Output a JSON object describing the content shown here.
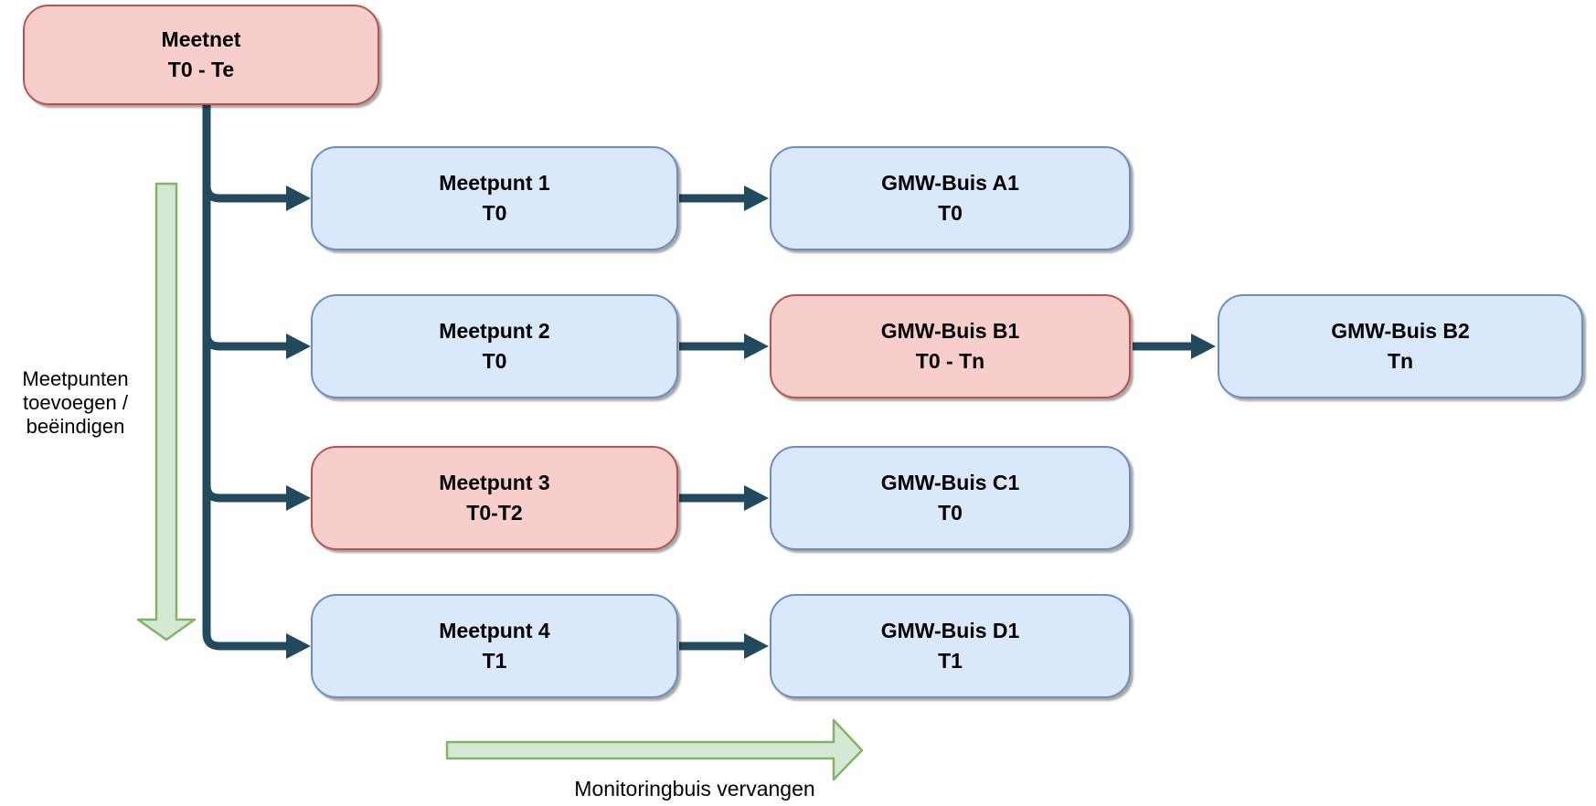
{
  "colors": {
    "blue_fill": "#dae8fc",
    "blue_stroke": "#6c8ebf",
    "red_fill": "#f8cecc",
    "red_stroke": "#b85450",
    "green_fill": "#d5e8d4",
    "green_stroke": "#82b366",
    "connector": "#214a5e"
  },
  "nodes": {
    "meetnet": {
      "line1": "Meetnet",
      "line2": "T0 - Te",
      "variant": "red"
    },
    "meetpunt1": {
      "line1": "Meetpunt 1",
      "line2": "T0",
      "variant": "blue"
    },
    "meetpunt2": {
      "line1": "Meetpunt 2",
      "line2": "T0",
      "variant": "blue"
    },
    "meetpunt3": {
      "line1": "Meetpunt 3",
      "line2": "T0-T2",
      "variant": "red"
    },
    "meetpunt4": {
      "line1": "Meetpunt 4",
      "line2": "T1",
      "variant": "blue"
    },
    "gmw_a1": {
      "line1": "GMW-Buis A1",
      "line2": "T0",
      "variant": "blue"
    },
    "gmw_b1": {
      "line1": "GMW-Buis B1",
      "line2": "T0 - Tn",
      "variant": "red"
    },
    "gmw_b2": {
      "line1": "GMW-Buis B2",
      "line2": "Tn",
      "variant": "blue"
    },
    "gmw_c1": {
      "line1": "GMW-Buis C1",
      "line2": "T0",
      "variant": "blue"
    },
    "gmw_d1": {
      "line1": "GMW-Buis D1",
      "line2": "T1",
      "variant": "blue"
    }
  },
  "edges": [
    {
      "from": "meetnet",
      "to": "meetpunt1"
    },
    {
      "from": "meetnet",
      "to": "meetpunt2"
    },
    {
      "from": "meetnet",
      "to": "meetpunt3"
    },
    {
      "from": "meetnet",
      "to": "meetpunt4"
    },
    {
      "from": "meetpunt1",
      "to": "gmw_a1"
    },
    {
      "from": "meetpunt2",
      "to": "gmw_b1"
    },
    {
      "from": "gmw_b1",
      "to": "gmw_b2"
    },
    {
      "from": "meetpunt3",
      "to": "gmw_c1"
    },
    {
      "from": "meetpunt4",
      "to": "gmw_d1"
    }
  ],
  "annotations": {
    "left_flow": {
      "line1": "Meetpunten",
      "line2": "toevoegen /",
      "line3": "beëindigen",
      "direction": "down"
    },
    "bottom_flow": {
      "label": "Monitoringbuis vervangen",
      "direction": "right"
    }
  }
}
